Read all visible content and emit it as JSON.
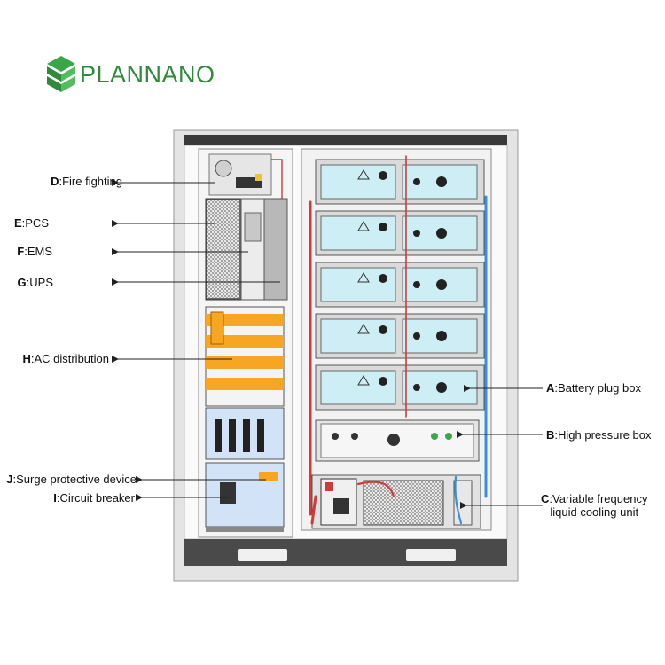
{
  "brand": {
    "name": "PLANNANO",
    "color": "#2f8a3c"
  },
  "labels_left": [
    {
      "code": "D",
      "text": "Fire fighting"
    },
    {
      "code": "E",
      "text": "PCS"
    },
    {
      "code": "F",
      "text": "EMS"
    },
    {
      "code": "G",
      "text": "UPS"
    },
    {
      "code": "H",
      "text": "AC distribution"
    },
    {
      "code": "J",
      "text": "Surge protective device"
    },
    {
      "code": "I",
      "text": "Circuit breaker"
    }
  ],
  "labels_right": [
    {
      "code": "A",
      "text": "Battery plug box"
    },
    {
      "code": "B",
      "text": "High pressure box"
    },
    {
      "code": "C",
      "text": "Variable frequency",
      "text2": "liquid cooling unit"
    }
  ],
  "colors": {
    "cabinet_frame": "#c8c8c8",
    "battery_module": "#cdeef4",
    "ac_distribution": "#f6a623",
    "panel_blue": "#d2e3f7",
    "cable_red": "#d23a3a",
    "cable_blue": "#3b8fd8"
  }
}
